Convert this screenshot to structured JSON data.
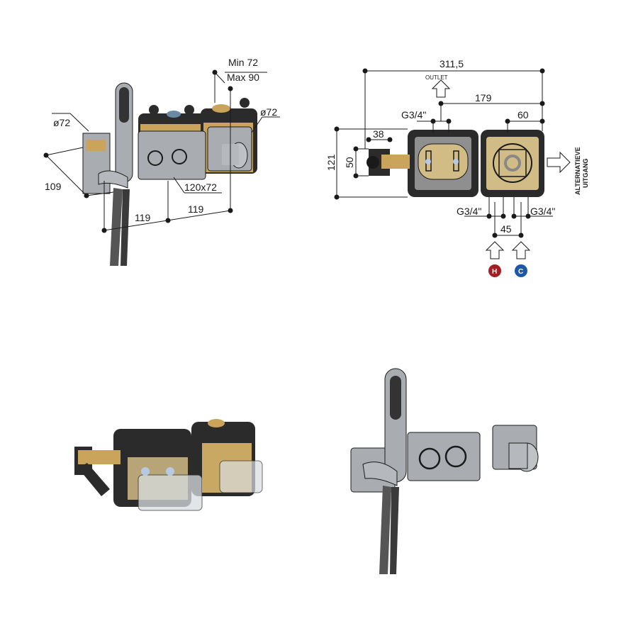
{
  "figures": {
    "iso_dimensions": {
      "labels": {
        "min": "Min 72",
        "max": "Max 90",
        "dia_left": "ø72",
        "dia_right": "ø72",
        "depth": "109",
        "plate": "120x72",
        "spacing_left": "119",
        "spacing_right": "119"
      }
    },
    "top_view": {
      "labels": {
        "overall_width": "311,5",
        "outlet": "OUTLET",
        "outlet_offset": "179",
        "right_offset": "60",
        "thread_top": "G3/4\"",
        "elbow_width": "38",
        "height_total": "121",
        "height_elbow": "50",
        "thread_bottom_left": "G3/4\"",
        "thread_bottom_right": "G3/4\"",
        "inlet_spacing": "45",
        "alt_outlet_line1": "ALTERNATIEVE",
        "alt_outlet_line2": "UITGANG",
        "hot": "H",
        "cold": "C"
      },
      "colors": {
        "hot": "#a31f24",
        "cold": "#1c58a8"
      }
    },
    "body_render": {},
    "finished_render": {}
  },
  "colors": {
    "line": "#1a1a1a",
    "housing": "#2b2b2b",
    "brass": "#c9a45a",
    "plate": "#a9adb2",
    "plate_dark": "#8c9096"
  }
}
